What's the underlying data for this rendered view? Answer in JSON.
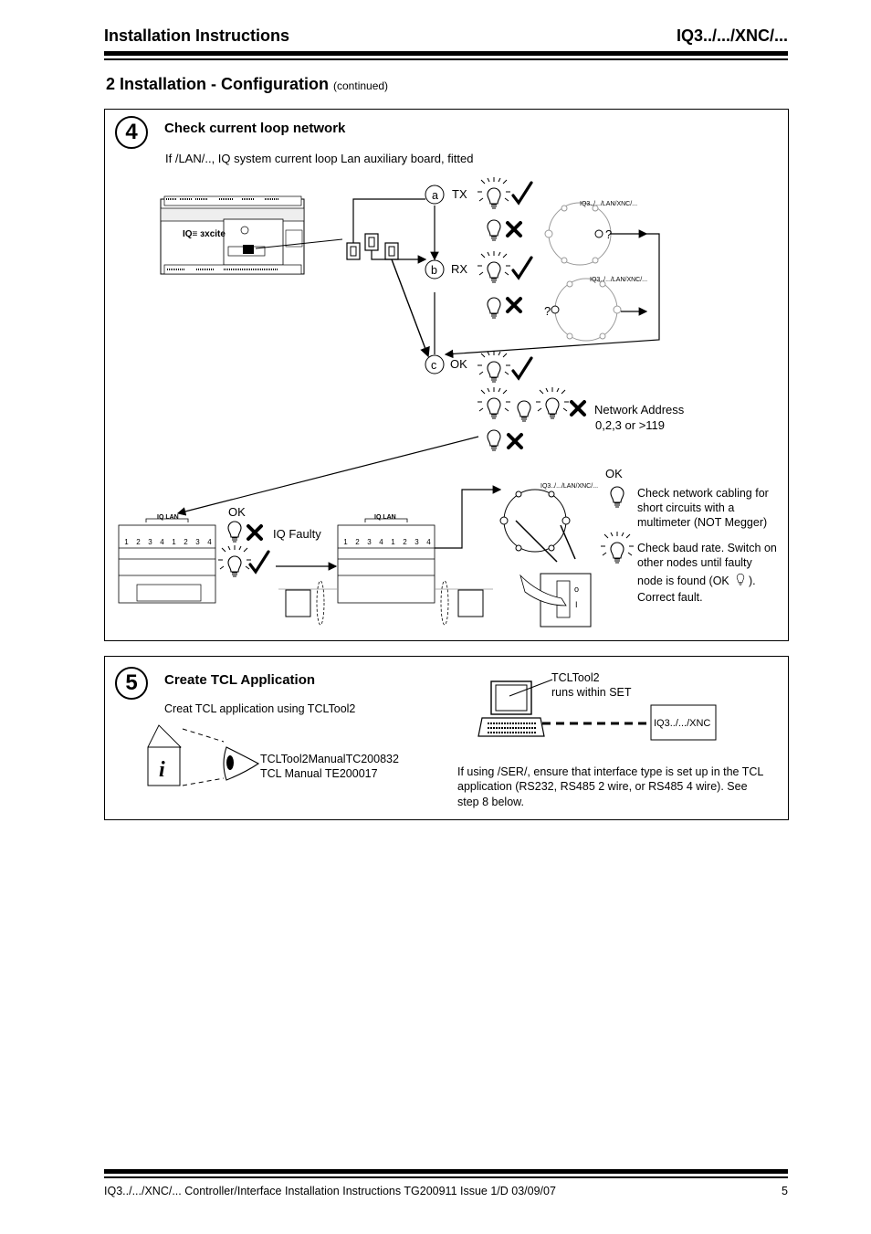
{
  "header": {
    "title": "Installation Instructions",
    "model": "IQ3../.../XNC/..."
  },
  "section": {
    "title": "2 Installation - Configuration",
    "note": "(continued)"
  },
  "step4": {
    "number": "4",
    "heading": "Check current loop network",
    "intro": "If /LAN/.., IQ system current loop Lan auxiliary board, fitted",
    "device_logo": "IQ≡ ɜxcite",
    "node_a": "a",
    "node_b": "b",
    "node_c": "c",
    "label_tx": "TX",
    "label_rx": "RX",
    "label_ok_c": "OK",
    "ring_label_top": "IQ3../.../LAN/XNC/...",
    "ring_label_mid": "IQ3../.../LAN/XNC/...",
    "question_top": "?",
    "question_mid": "?",
    "network_address": "Network  Address",
    "network_address_values": "0,2,3 or >119",
    "iq_lan_left": "IQ LAN",
    "iq_lan_mid": "IQ LAN",
    "terminal_numbers": [
      "1",
      "2",
      "3",
      "4",
      "1",
      "2",
      "3",
      "4"
    ],
    "ok_left": "OK",
    "iq_faulty": "IQ Faulty",
    "ring_label_bottom": "IQ3../.../LAN/XNC/...",
    "ok_right": "OK",
    "check_cabling_1": "Check  network  cabling  for",
    "check_cabling_2": "short  circuits  with  a",
    "check_cabling_3": "multimeter (NOT Megger)",
    "check_baud_1": "Check baud rate. Switch on",
    "check_baud_2": "other nodes until faulty",
    "check_baud_3a": "node is found (OK",
    "check_baud_3b": ").",
    "check_baud_4": "Correct fault.",
    "switch_on": "o",
    "switch_off": "I"
  },
  "step5": {
    "number": "5",
    "heading": "Create TCL Application",
    "intro": "Creat TCL application using TCLTool2",
    "manual_1": "TCLTool2ManualTC200832",
    "manual_2": "TCL Manual TE200017",
    "tool_1": "TCLTool2",
    "tool_2": "runs  within  SET",
    "device": "IQ3../.../XNC",
    "ser_note_1": "If using /SER/, ensure that interface type is set up in the TCL",
    "ser_note_2": "application (RS232, RS485 2 wire, or RS485 4 wire). See",
    "ser_note_3": "step  8  below."
  },
  "footer": {
    "text": "IQ3../.../XNC/... Controller/Interface Installation Instructions TG200911 Issue 1/D 03/09/07",
    "page": "5"
  }
}
